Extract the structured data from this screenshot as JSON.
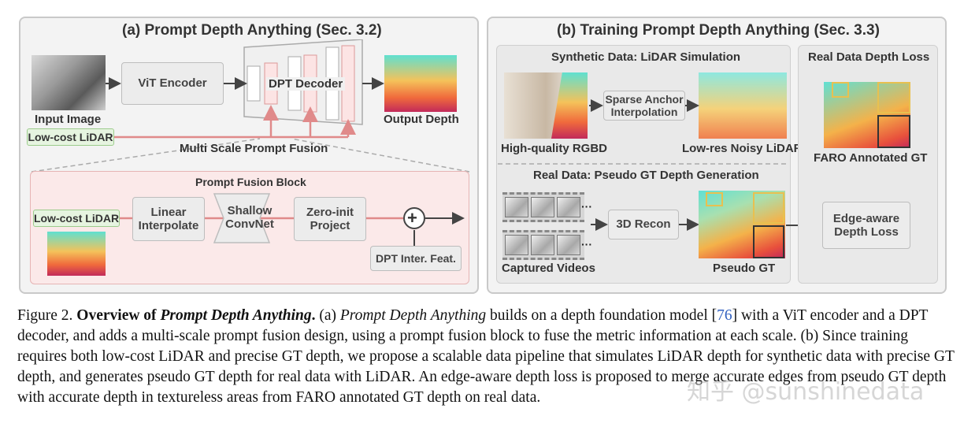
{
  "panel_a": {
    "title": "(a) Prompt Depth Anything (Sec. 3.2)",
    "input_image_label": "Input Image",
    "vit_encoder": "ViT Encoder",
    "dpt_decoder": "DPT Decoder",
    "output_depth_label": "Output Depth",
    "lidar_label": "Low-cost LiDAR",
    "multi_scale_label": "Multi Scale Prompt Fusion",
    "fusion_block": {
      "title": "Prompt Fusion Block",
      "lidar_label": "Low-cost LiDAR",
      "linear_interpolate": "Linear Interpolate",
      "shallow_convnet": "Shallow ConvNet",
      "zero_init_project": "Zero-init Project",
      "plus_symbol": "+",
      "dpt_feat": "DPT Inter. Feat."
    }
  },
  "panel_b": {
    "title": "(b) Training Prompt Depth Anything (Sec. 3.3)",
    "synthetic": {
      "title": "Synthetic Data: LiDAR Simulation",
      "sparse_anchor": "Sparse Anchor Interpolation",
      "rgbd_label": "High-quality RGBD",
      "noisy_label": "Low-res Noisy LiDAR"
    },
    "real": {
      "title": "Real Data: Pseudo GT Depth Generation",
      "recon": "3D Recon",
      "videos_label": "Captured Videos",
      "pseudo_label": "Pseudo GT",
      "ellipsis": "···"
    },
    "loss": {
      "title": "Real Data Depth Loss",
      "faro_label": "FARO Annotated GT",
      "edge_loss": "Edge-aware Depth Loss"
    }
  },
  "caption": {
    "fig": "Figure 2.",
    "bold_a": "Overview of",
    "bold_title": "Prompt Depth Anything",
    "bold_dot": ".",
    "part_a_prefix": "(a)",
    "part_a_italic": "Prompt Depth Anything",
    "part_a_1": "builds on a depth foundation model [",
    "cite": "76",
    "part_a_2": "] with a ViT encoder and a DPT decoder, and adds a multi-scale prompt fusion design, using a prompt fusion block to fuse the metric information at each scale. (b) Since training requires both low-cost LiDAR and precise GT depth, we propose a scalable data pipeline that simulates LiDAR depth for synthetic data with precise GT depth, and generates pseudo GT depth for real data with LiDAR. An edge-aware depth loss is proposed to merge accurate edges from pseudo GT depth with accurate depth in textureless areas from FARO annotated GT depth on real data."
  },
  "watermark": "知乎 @sunshinedata",
  "colors": {
    "arrow_red": "#e08a8a",
    "fusion_bg": "#fbe9e9",
    "green_bg": "#e6f4e0",
    "panel_border": "#c9c9c9",
    "gold": "#e8c050"
  }
}
